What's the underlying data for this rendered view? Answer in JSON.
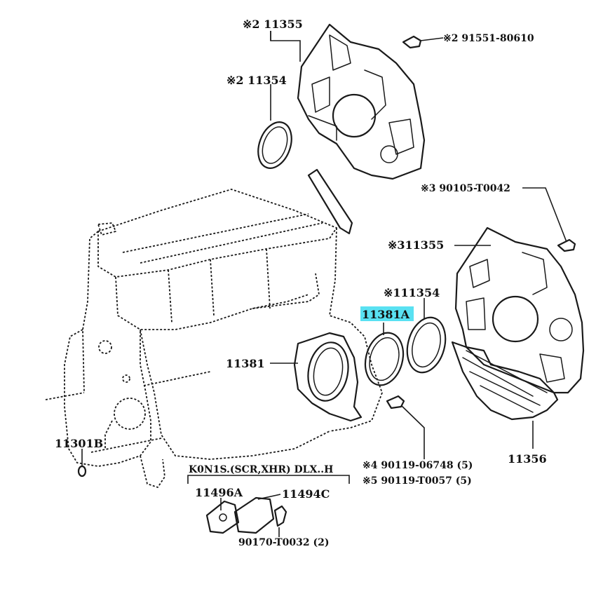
{
  "diagram": {
    "highlight_color": "#59e1f2",
    "line_color": "#1a1a1a",
    "labels": {
      "ref_11355_top": "※2 11355",
      "ref_11354_top": "※2 11354",
      "ref_bolt_top": "※2 91551-80610",
      "ref_bolt_right": "※3 90105-T0042",
      "ref_11355_right": "※311355",
      "ref_11354_right": "※111354",
      "ref_11381A": "11381A",
      "ref_11381": "11381",
      "ref_11356": "11356",
      "ref_11301B": "11301B",
      "ref_bolt_4": "※4 90119-06748 (5)",
      "ref_bolt_5": "※5 90119-T0057 (5)",
      "ref_11496A": "11496A",
      "ref_11494C": "11494C",
      "ref_90170": "90170-T0032 (2)",
      "note_bracket": "K0N1S.(SCR,XHR) DLX..H"
    }
  }
}
